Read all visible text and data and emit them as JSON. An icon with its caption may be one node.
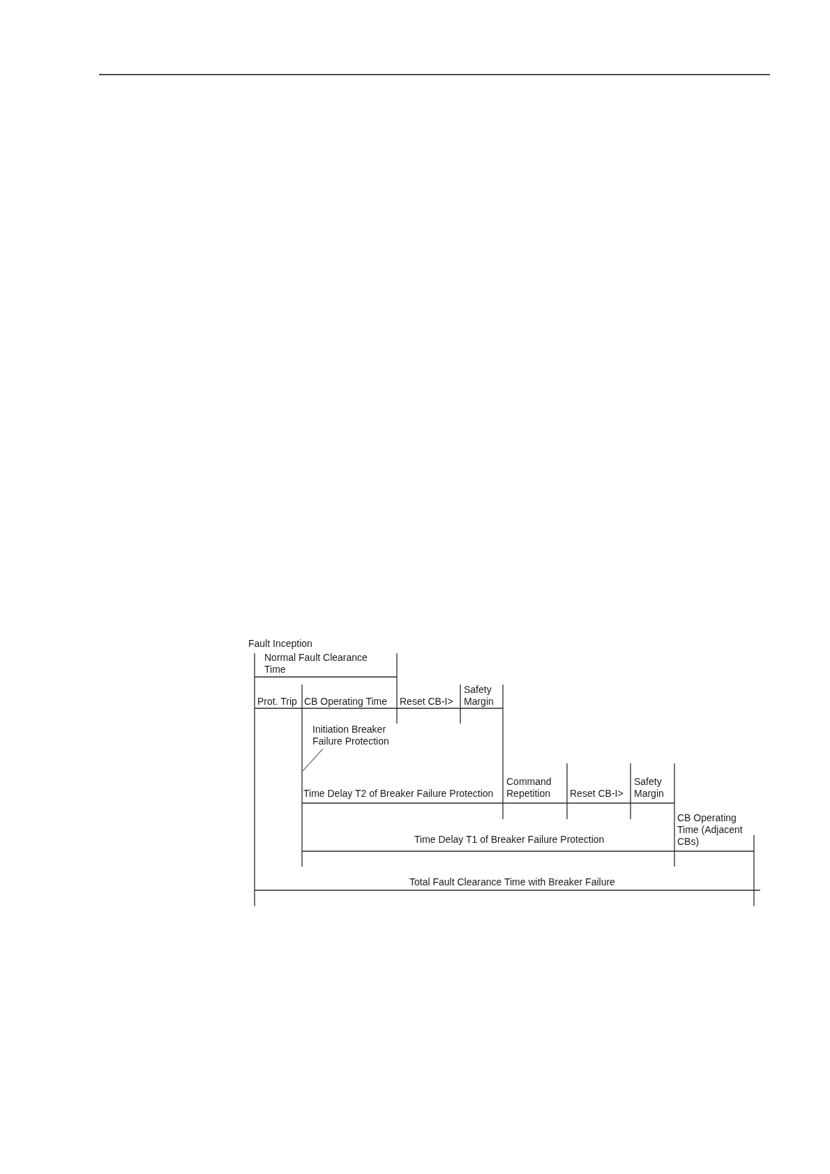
{
  "diagram": {
    "nodes": [
      {
        "text": [
          "Initiation Breaker Failure Protection"
        ]
      },
      {
        "text": [],
        "shape": "line"
      }
    ],
    "edges": [
      {
        "from": 0,
        "to": 1,
        "arrow": "none"
      }
    ],
    "labels": [
      "Fault Inception",
      "Normal Fault Clearance Time",
      "Safety Margin",
      "Prot. Trip",
      "CB Operating Time",
      "Reset CB-I>",
      "Command Repetition",
      "Safety Margin",
      "Time Delay T2 of Breaker Failure Protection",
      "Reset CB-I>",
      "CB Operating Time (Adjacent CBs)",
      "Time Delay T1 of Breaker Failure Protection",
      "Total Fault Clearance Time with Breaker Failure"
    ]
  }
}
